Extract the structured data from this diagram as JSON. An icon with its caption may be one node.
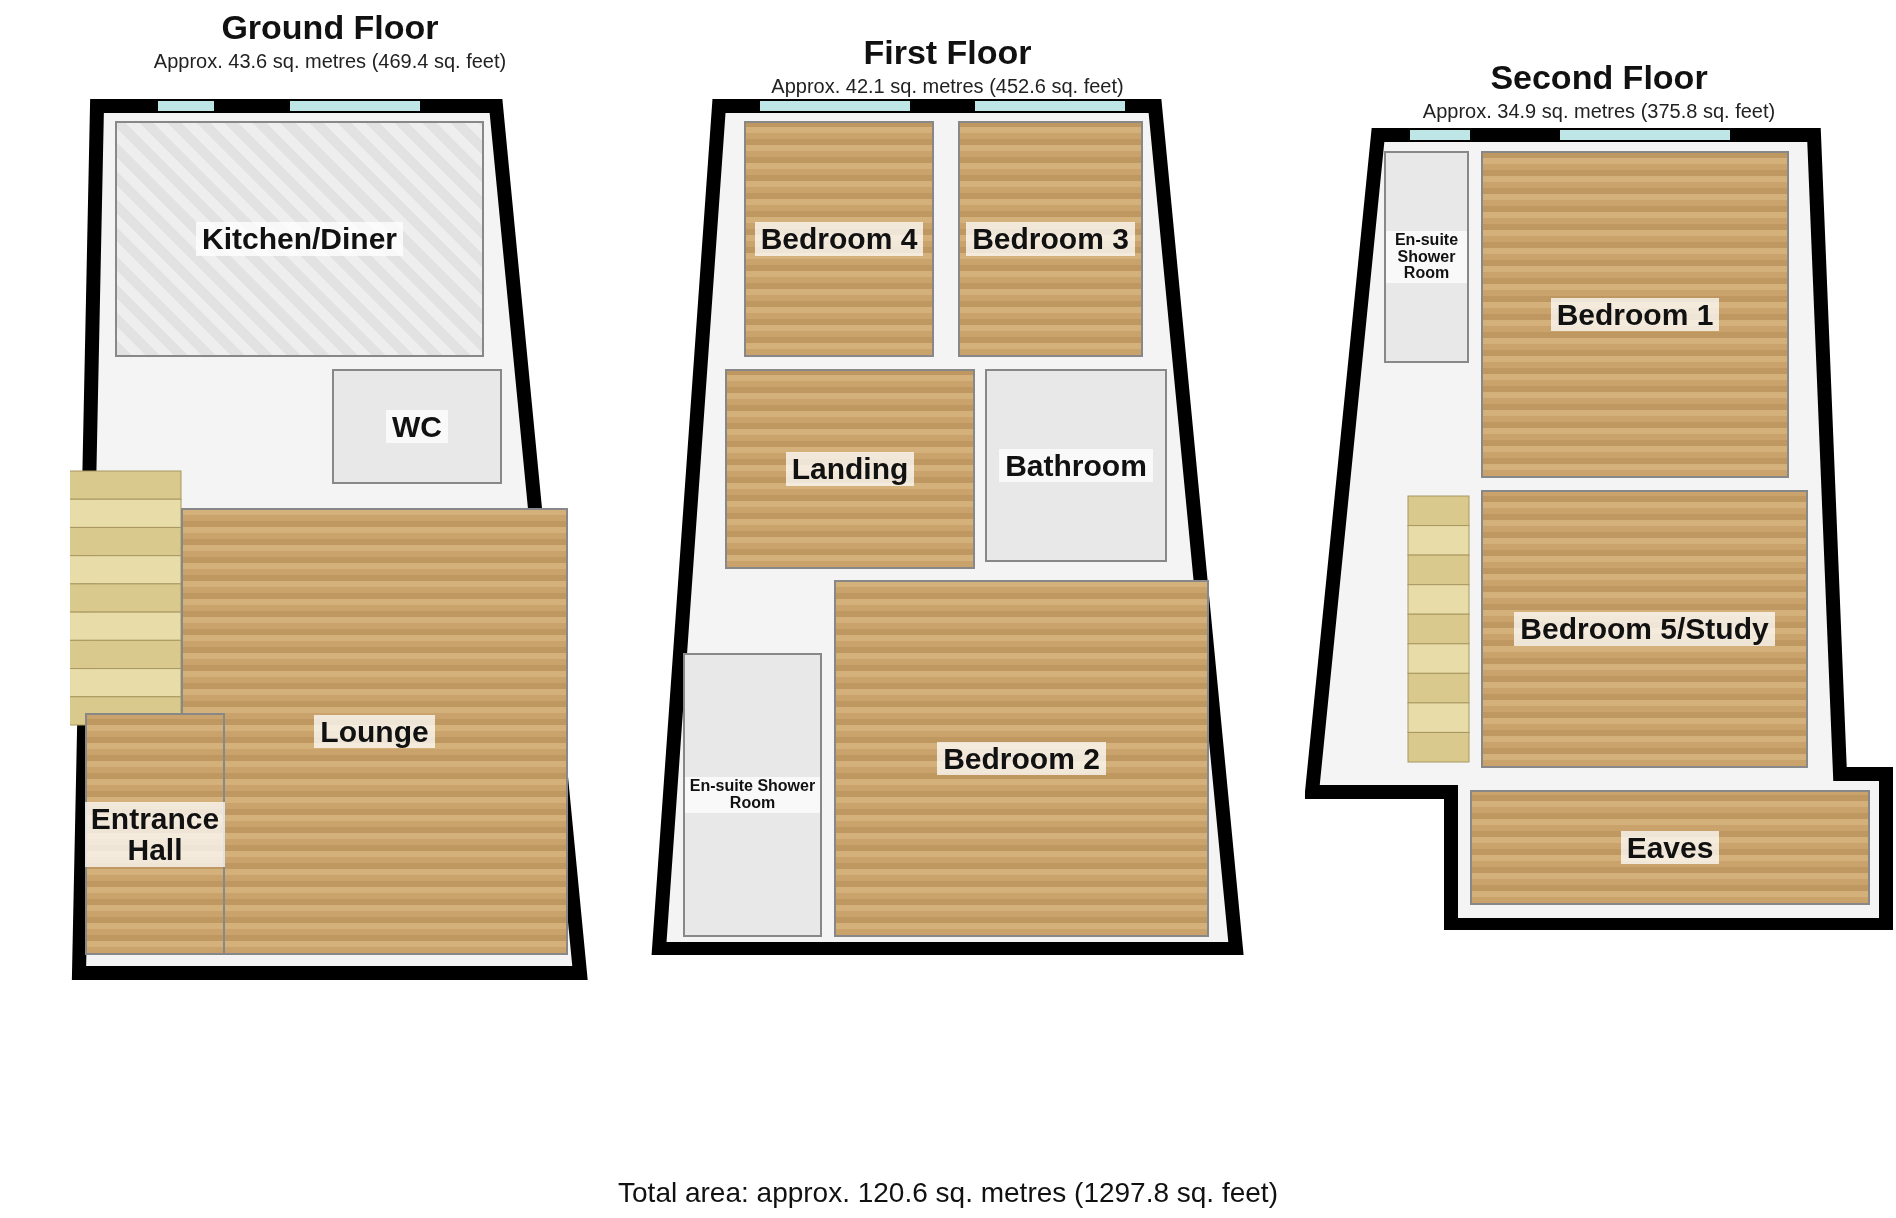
{
  "diagram": {
    "nodes": [
      {
        "text": [
          "Ground Floor",
          "Approx. 43.6 sq. metres (469.4 sq. feet)"
        ]
      },
      {
        "text": [
          "Kitchen/Diner"
        ],
        "in": 0
      },
      {
        "text": [
          "WC"
        ],
        "in": 0
      },
      {
        "text": [
          "Lounge"
        ],
        "in": 0
      },
      {
        "text": [
          "Entrance Hall"
        ],
        "in": 0
      },
      {
        "text": [
          "First Floor",
          "Approx. 42.1 sq. metres (452.6 sq. feet)"
        ]
      },
      {
        "text": [
          "Bedroom 4"
        ],
        "in": 5
      },
      {
        "text": [
          "Bedroom 3"
        ],
        "in": 5
      },
      {
        "text": [
          "Landing"
        ],
        "in": 5
      },
      {
        "text": [
          "Bathroom"
        ],
        "in": 5
      },
      {
        "text": [
          "Bedroom 2"
        ],
        "in": 5
      },
      {
        "text": [
          "En-suite Shower Room"
        ],
        "in": 5
      },
      {
        "text": [
          "Second Floor",
          "Approx. 34.9 sq. metres (375.8 sq. feet)"
        ]
      },
      {
        "text": [
          "En-suite Shower Room"
        ],
        "in": 12
      },
      {
        "text": [
          "Bedroom 1"
        ],
        "in": 12
      },
      {
        "text": [
          "Bedroom 5/Study"
        ],
        "in": 12
      },
      {
        "text": [
          "Eaves"
        ],
        "in": 12
      }
    ],
    "labels": [
      "Total area: approx. 120.6 sq. metres (1297.8 sq. feet)"
    ]
  }
}
